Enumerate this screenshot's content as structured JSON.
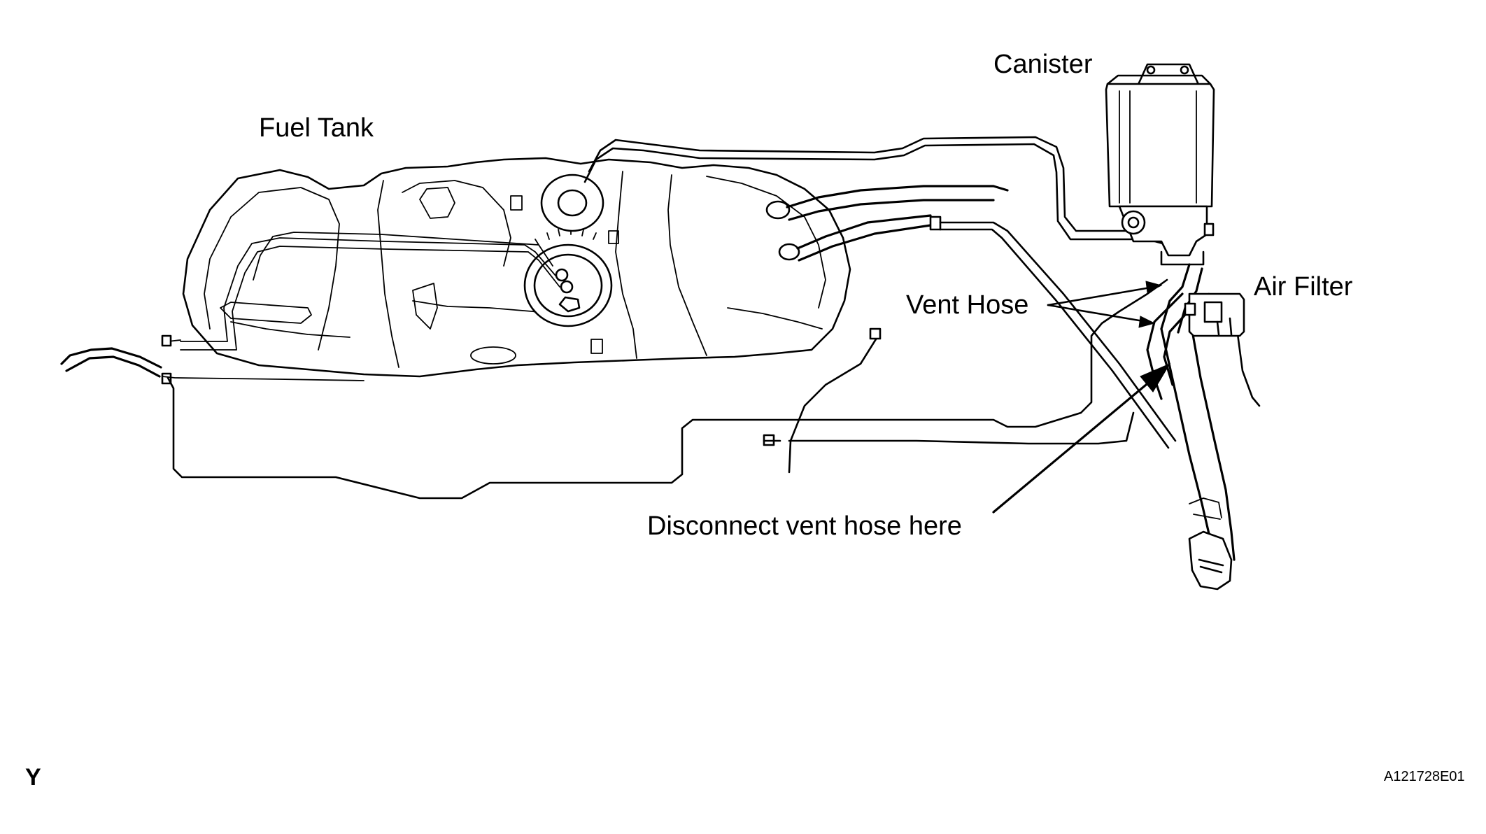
{
  "labels": {
    "fuel_tank": "Fuel Tank",
    "canister": "Canister",
    "air_filter": "Air Filter",
    "vent_hose": "Vent Hose",
    "instruction": "Disconnect vent hose here",
    "corner_letter": "Y",
    "figure_code": "A121728E01"
  }
}
